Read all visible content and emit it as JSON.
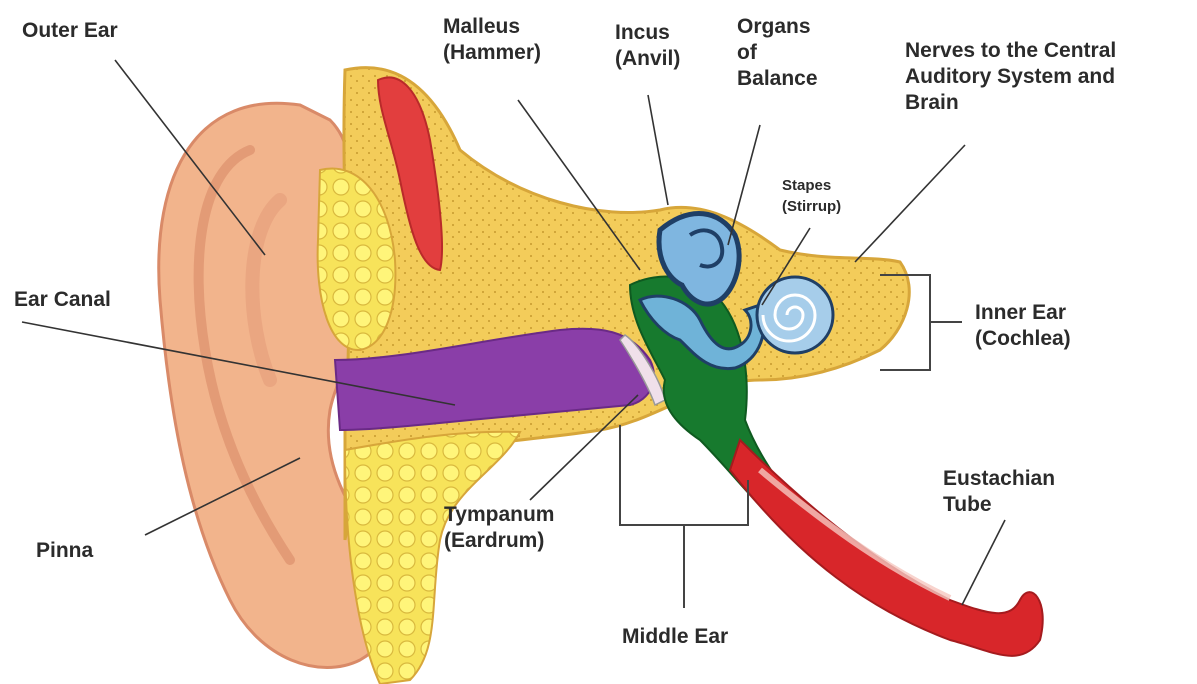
{
  "diagram": {
    "labels": {
      "outer_ear": "Outer Ear",
      "malleus": "Malleus\n(Hammer)",
      "incus": "Incus\n(Anvil)",
      "organs_of_balance": "Organs\nof\nBalance",
      "nerves": "Nerves to the Central\nAuditory System and\nBrain",
      "stapes": "Stapes\n(Stirrup)",
      "ear_canal": "Ear Canal",
      "inner_ear": "Inner Ear\n(Cochlea)",
      "eustachian_tube": "Eustachian\nTube",
      "tympanum": "Tympanum\n(Eardrum)",
      "pinna": "Pinna",
      "middle_ear": "Middle Ear"
    },
    "colors": {
      "skin": "#f2b48c",
      "skin_dark": "#d98a68",
      "bone": "#f4cf5e",
      "bone_edge": "#d7a63a",
      "canal": "#8a3ea8",
      "middle_ear": "#177a2e",
      "tube": "#d8262a",
      "labyrinth": "#7fb6e0",
      "muscle": "#e23e3e",
      "fat": "#fff155"
    }
  }
}
